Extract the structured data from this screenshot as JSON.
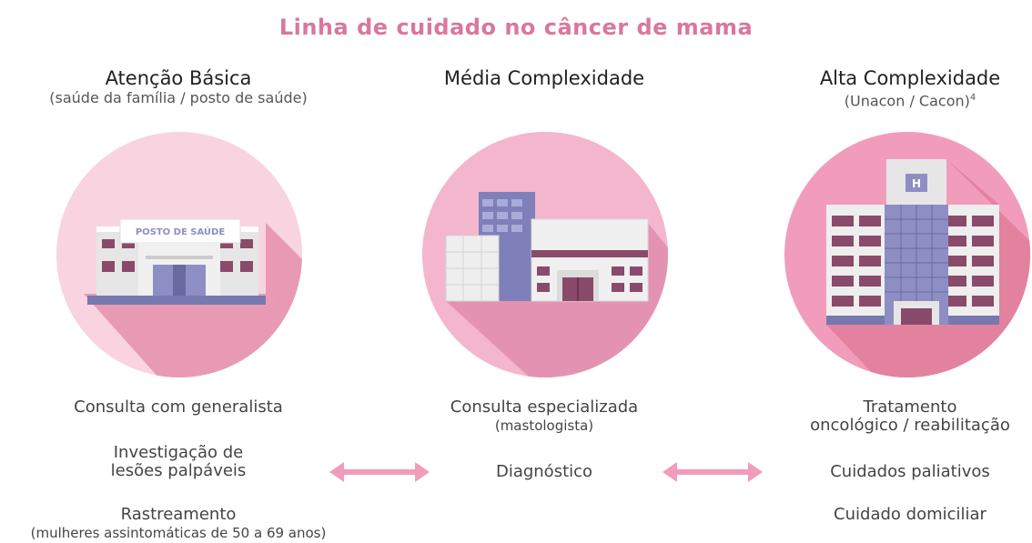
{
  "title": "Linha de cuidado no câncer de mama",
  "columns": [
    {
      "name": "Atenção Básica",
      "subtitle": "(saúde da família / posto de saúde)",
      "building_sign": "POSTO DE SAÚDE",
      "items": [
        {
          "line1": "Consulta com generalista"
        },
        {
          "line1": "Investigação de",
          "line2": "lesões palpáveis"
        },
        {
          "line1": "Rastreamento",
          "note": "(mulheres assintomáticas de 50 a 69 anos)"
        }
      ]
    },
    {
      "name": "Média Complexidade",
      "subtitle": "",
      "items": [
        {
          "line1": "Consulta especializada",
          "note": "(mastologista)"
        },
        {
          "line1": "Diagnóstico"
        }
      ]
    },
    {
      "name": "Alta Complexidade",
      "subtitle": "(Unacon / Cacon)",
      "footnote": "4",
      "building_sign": "H",
      "items": [
        {
          "line1": "Tratamento",
          "line2": "oncológico / reabilitação"
        },
        {
          "line1": "Cuidados paliativos"
        },
        {
          "line1": "Cuidado domiciliar"
        }
      ]
    }
  ],
  "colors": {
    "title": "#d9779e",
    "circle_light": "#f9d4e0",
    "circle_mid": "#f4b6cc",
    "circle_dark": "#f29cbb",
    "arrow": "#f29cbb",
    "building_purple": "#8e8ec5",
    "building_plum": "#8a4a6a"
  }
}
